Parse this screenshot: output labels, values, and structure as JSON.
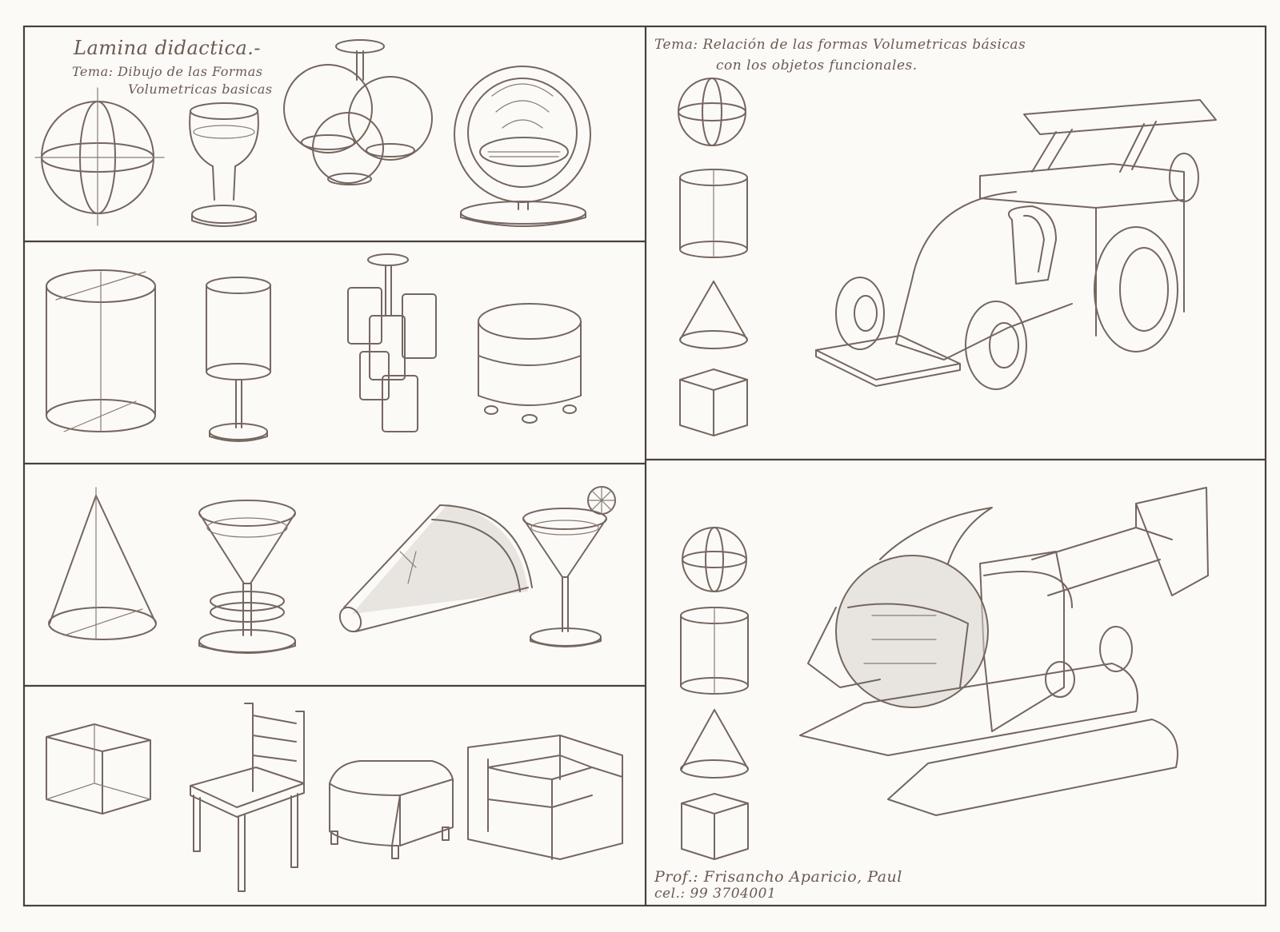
{
  "left_header": {
    "title": "Lamina didactica.-",
    "theme_line1": "Tema: Dibujo de las Formas",
    "theme_line2": "Volumetricas basicas"
  },
  "right_header": {
    "line1": "Tema: Relación de las formas Volumetricas básicas",
    "line2": "con los objetos funcionales."
  },
  "footer": {
    "prof_label": "Prof.: Frisancho Aparicio, Paul",
    "cel_label": "cel.: 99 3704001"
  }
}
